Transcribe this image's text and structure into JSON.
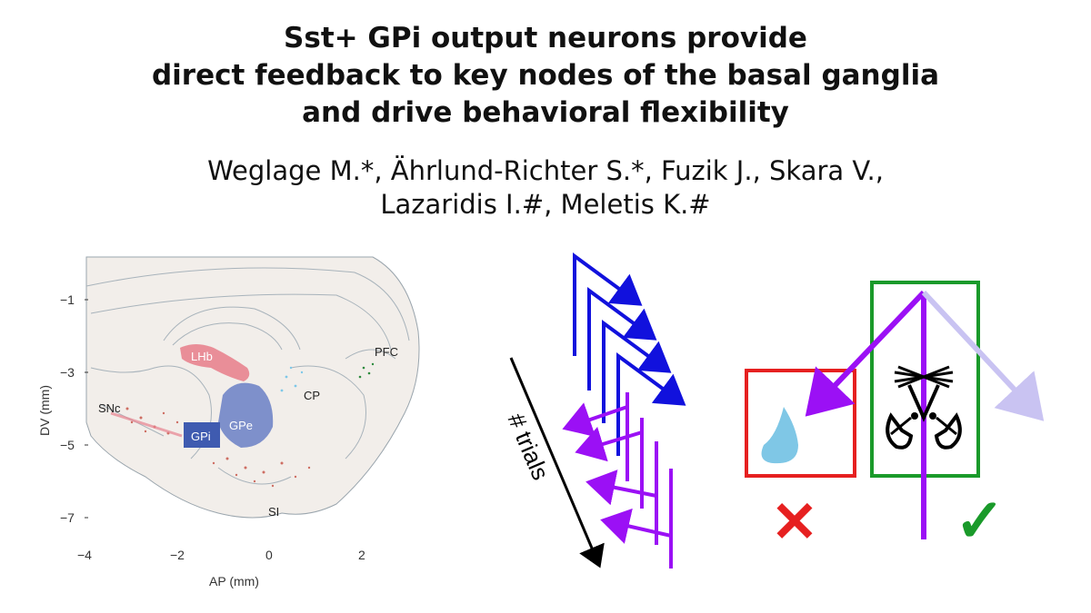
{
  "title": {
    "line1": "Sst+ GPi output neurons provide",
    "line2": "direct feedback to key nodes of the basal ganglia",
    "line3": "and drive behavioral flexibility"
  },
  "authors": {
    "line1": "Weglage M.*, Ährlund-Richter S.*, Fuzik J., Skara V.,",
    "line2": "Lazaridis I.#, Meletis K.#"
  },
  "brain_map": {
    "xlabel": "AP (mm)",
    "ylabel": "DV (mm)",
    "x_ticks": [
      "−4",
      "−2",
      "0",
      "2"
    ],
    "y_ticks": [
      "−1",
      "−3",
      "−5",
      "−7"
    ],
    "regions": {
      "lhb": "LHb",
      "gpe": "GPe",
      "gpi": "GPi",
      "snc": "SNc",
      "cp": "CP",
      "pfc": "PFC",
      "si": "SI"
    },
    "colors": {
      "lhb": "#e8838f",
      "gpe": "#6a7fc6",
      "gpi": "#3f5bb0",
      "red_dots": "#c0392b",
      "cp_dots": "#7ec8e8",
      "pfc_dots": "#2e8b3e"
    }
  },
  "schematic": {
    "trials_label": "# trials",
    "colors": {
      "blue_arrows": "#1111dd",
      "purple_arrows": "#9b10f5",
      "faded_arrow": "#c9c3f2",
      "left_box": "#e62020",
      "right_box": "#1a9a2a",
      "water_drop": "#7fc7e6",
      "cross": "#e62020",
      "check": "#1a9a2a"
    },
    "cross_symbol": "✕",
    "check_symbol": "✓"
  }
}
